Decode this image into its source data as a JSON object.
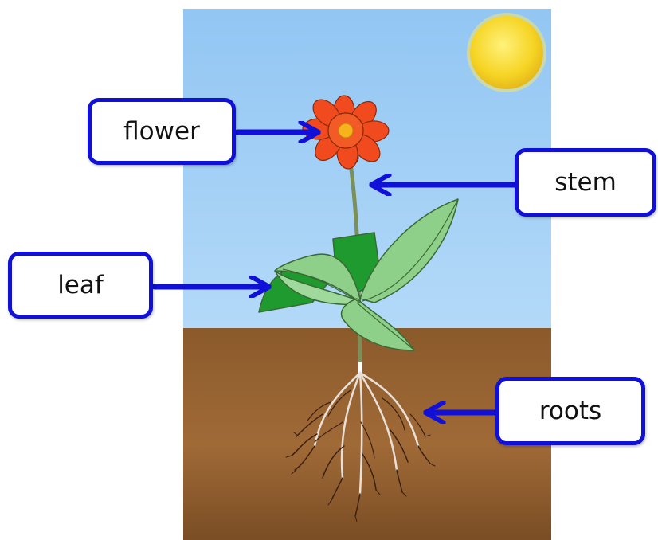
{
  "labels": {
    "flower": "flower",
    "stem": "stem",
    "leaf": "leaf",
    "roots": "roots"
  },
  "colors": {
    "sky": "#9fcdf5",
    "soil": "#8a5a2b",
    "sun": "#f6d424",
    "petal": "#f04a1e",
    "leaf_light": "#8ed08a",
    "leaf_dark": "#1f9a2f",
    "label_border": "#1010d8",
    "arrow": "#1010d8"
  },
  "icons": [
    "sun-icon",
    "flower-icon",
    "leaf-icon",
    "roots-icon"
  ]
}
